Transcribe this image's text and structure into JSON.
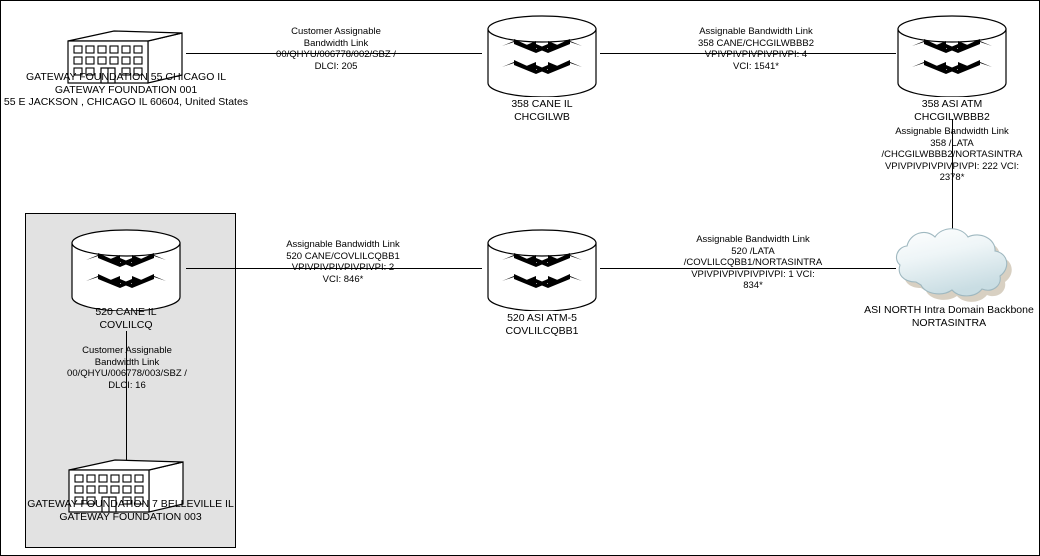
{
  "diagram": {
    "type": "network-topology",
    "background": "#ffffff",
    "group_panel_color": "#e2e2e2"
  },
  "nodes": {
    "building_chicago": {
      "icon": "building-icon",
      "lines": [
        "GATEWAY FOUNDATION 55 CHICAGO IL",
        "GATEWAY FOUNDATION 001",
        "55 E JACKSON , CHICAGO IL 60604, United States"
      ]
    },
    "switch_358_cane": {
      "icon": "switch-cylinder-icon",
      "lines": [
        "358 CANE IL",
        "CHCGILWB"
      ]
    },
    "switch_358_asi_atm": {
      "icon": "switch-cylinder-icon",
      "lines": [
        "358 ASI ATM",
        "CHCGILWBBB2"
      ]
    },
    "switch_520_cane": {
      "icon": "switch-cylinder-icon",
      "lines": [
        "520 CANE IL",
        "COVLILCQ"
      ]
    },
    "switch_520_asi_atm5": {
      "icon": "switch-cylinder-icon",
      "lines": [
        "520 ASI ATM-5",
        "COVLILCQBB1"
      ]
    },
    "cloud_backbone": {
      "icon": "cloud-icon",
      "lines": [
        "ASI NORTH  Intra Domain Backbone",
        "NORTASINTRA"
      ]
    },
    "building_belleville": {
      "icon": "building-icon",
      "lines": [
        "GATEWAY FOUNDATION 7 BELLEVILLE IL",
        "GATEWAY FOUNDATION 003"
      ]
    }
  },
  "links": {
    "link_chicago_to_358cane": {
      "lines": [
        "Customer Assignable",
        "Bandwidth Link",
        "00/QHYU/006778/002/SBZ /",
        "DLCI: 205"
      ]
    },
    "link_358cane_to_358asi": {
      "lines": [
        "Assignable Bandwidth Link",
        "358 CANE/CHCGILWBBB2",
        "VPIVPIVPIVPIVPIVPI: 4",
        "VCI: 1541*"
      ]
    },
    "link_358asi_to_cloud": {
      "lines": [
        "Assignable Bandwidth Link",
        "358  /LATA",
        "/CHCGILWBBB2/NORTASINTRA",
        "VPIVPIVPIVPIVPIVPI: 222 VCI:",
        "2378*"
      ]
    },
    "link_520cane_to_520asi": {
      "lines": [
        "Assignable Bandwidth Link",
        "520 CANE/COVLILCQBB1",
        "VPIVPIVPIVPIVPIVPI: 2",
        "VCI: 846*"
      ]
    },
    "link_520asi_to_cloud": {
      "lines": [
        "Assignable Bandwidth Link",
        "520  /LATA",
        "/COVLILCQBB1/NORTASINTRA",
        "VPIVPIVPIVPIVPIVPI: 1 VCI:",
        "834*"
      ]
    },
    "link_520cane_to_belleville": {
      "lines": [
        "Customer Assignable",
        "Bandwidth Link",
        "00/QHYU/006778/003/SBZ /",
        "DLCI: 16"
      ]
    }
  }
}
